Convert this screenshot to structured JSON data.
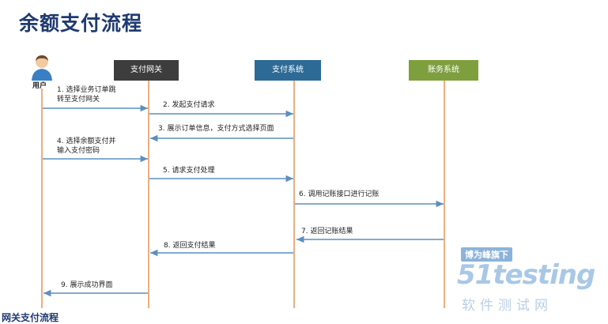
{
  "title": "余额支付流程",
  "participants": {
    "user": "用户",
    "gateway": "支付网关",
    "payment": "支付系统",
    "account": "账务系统"
  },
  "colors": {
    "title": "#1f3a70",
    "gateway_box": "#3d3d3d",
    "payment_box": "#2d6a96",
    "account_box": "#7e9f3e",
    "arrow": "#5b8fbf",
    "lifeline": "#e07830"
  },
  "messages": [
    {
      "line1": "1. 选择业务订单跳",
      "line2": "转至支付网关"
    },
    {
      "line1": "2. 发起支付请求"
    },
    {
      "line1": "3. 展示订单信息，支付方式选择页面"
    },
    {
      "line1": "4. 选择余额支付并",
      "line2": "输入支付密码"
    },
    {
      "line1": "5. 请求支付处理"
    },
    {
      "line1": "6. 调用记账接口进行记账"
    },
    {
      "line1": "7. 返回记账结果"
    },
    {
      "line1": "8. 返回支付结果"
    },
    {
      "line1": "9. 展示成功界面"
    }
  ],
  "watermark": {
    "tag": "博为峰旗下",
    "logo": "51testing",
    "sub": "软件测试网"
  },
  "footer_cut": "网关支付流程"
}
